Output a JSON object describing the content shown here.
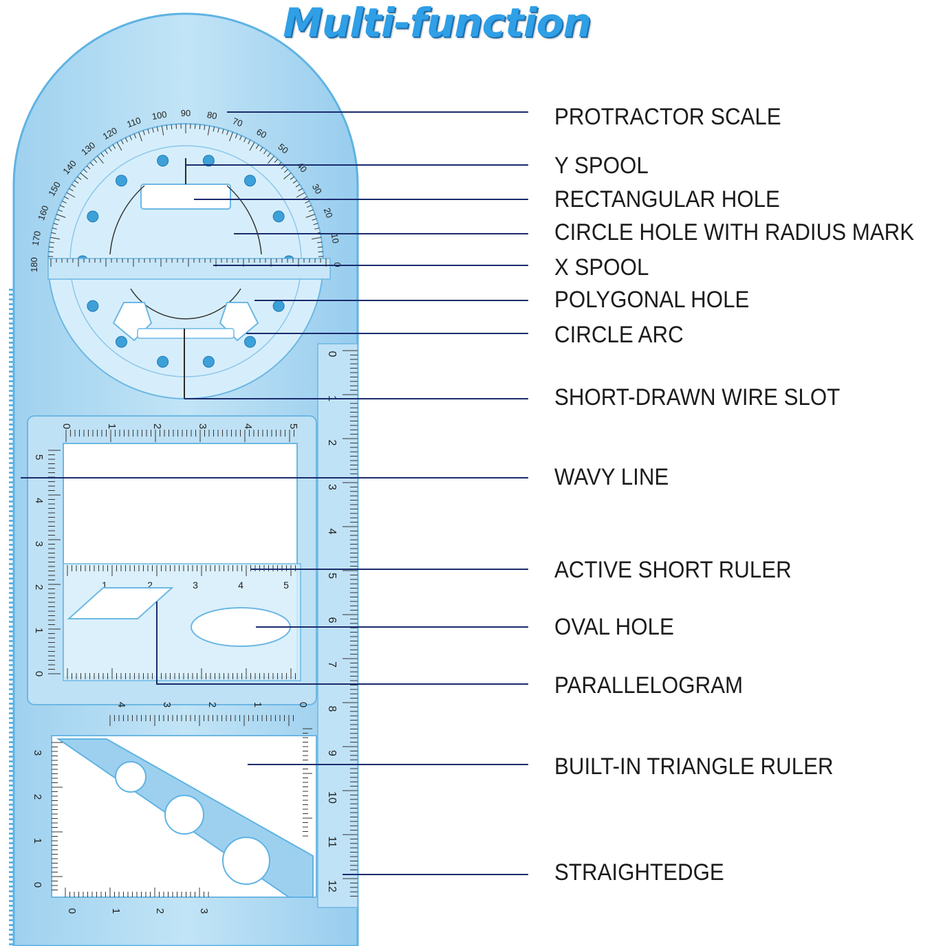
{
  "title": "Multi-function",
  "colors": {
    "title": "#2f9fe6",
    "ruler_body": "#a9d8f2",
    "ruler_edge": "#5fb3e3",
    "leader_line": "#1a2a6c",
    "label_text": "#1c1c1c"
  },
  "labels": [
    "PROTRACTOR SCALE",
    "Y SPOOL",
    "RECTANGULAR HOLE",
    "CIRCLE HOLE WITH RADIUS MARK",
    "X SPOOL",
    "POLYGONAL HOLE",
    "CIRCLE ARC",
    "SHORT-DRAWN WIRE SLOT",
    "WAVY LINE",
    "ACTIVE SHORT RULER",
    "OVAL HOLE",
    "PARALLELOGRAM",
    "BUILT-IN TRIANGLE RULER",
    "STRAIGHTEDGE"
  ],
  "protractor_numbers": [
    "180",
    "170",
    "160",
    "150",
    "140",
    "130",
    "120",
    "110",
    "100",
    "90",
    "80",
    "70",
    "60",
    "50",
    "40",
    "30",
    "20",
    "10",
    "0"
  ],
  "right_ruler_numbers": [
    "0",
    "1",
    "2",
    "3",
    "4",
    "5",
    "6",
    "7",
    "8",
    "9",
    "10",
    "11",
    "12"
  ],
  "top_window_numbers": [
    "0",
    "1",
    "2",
    "3",
    "4",
    "5"
  ],
  "left_window_numbers": [
    "5",
    "4",
    "3",
    "2",
    "1",
    "0"
  ],
  "bottom_window_numbers": [
    "4",
    "3",
    "2",
    "1",
    "0"
  ],
  "short_ruler_numbers": [
    "1",
    "2",
    "3",
    "4",
    "5"
  ],
  "triangle_left_numbers": [
    "3",
    "2",
    "1",
    "0"
  ],
  "triangle_bottom_numbers": [
    "0",
    "1",
    "2",
    "3"
  ]
}
